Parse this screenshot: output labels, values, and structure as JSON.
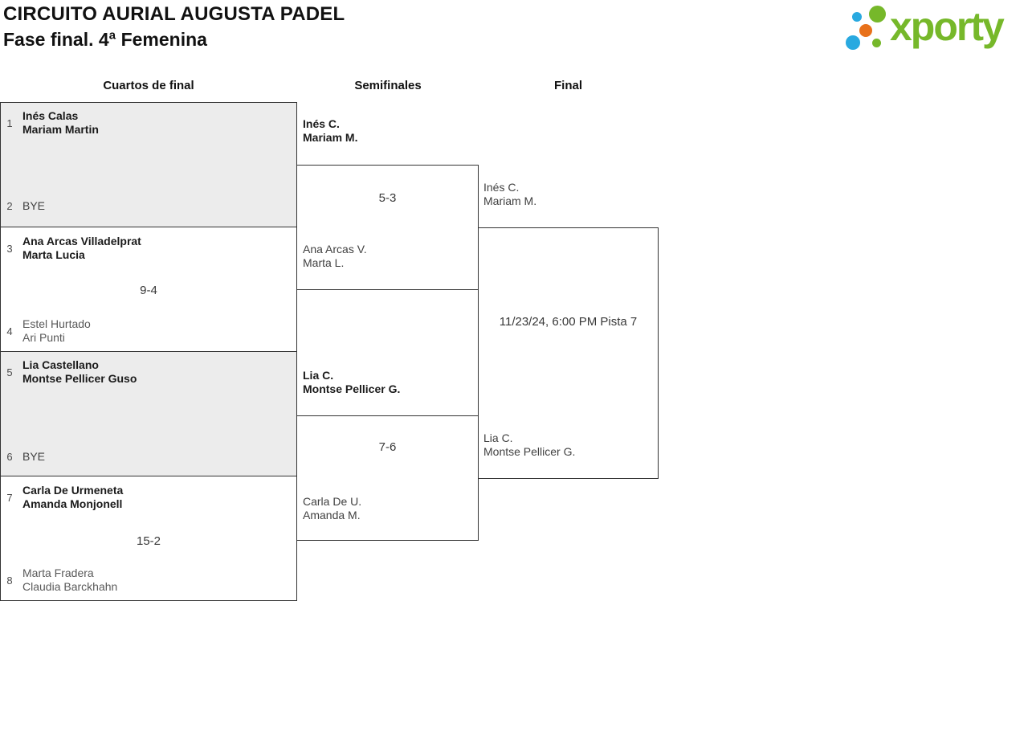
{
  "header": {
    "title": "CIRCUITO AURIAL AUGUSTA PADEL",
    "subtitle": "Fase final. 4ª Femenina"
  },
  "logo": {
    "wordmark": "xporty"
  },
  "colors": {
    "logo_green": "#76b82a",
    "logo_blue": "#29a9e0",
    "logo_orange": "#e8711a",
    "bracket_border": "#333333",
    "bye_match_fill": "#ececec"
  },
  "rounds": {
    "quarterfinals": "Cuartos de final",
    "semifinals": "Semifinales",
    "final": "Final"
  },
  "quarterfinals": [
    {
      "seed_top": "1",
      "team_top_line1": "Inés Calas",
      "team_top_line2": "Mariam Martin",
      "seed_bottom": "2",
      "team_bottom_line1": "BYE",
      "team_bottom_line2": ""
    },
    {
      "seed_top": "3",
      "team_top_line1": "Ana Arcas Villadelprat",
      "team_top_line2": "Marta Lucia",
      "score": "9-4",
      "seed_bottom": "4",
      "team_bottom_line1": "Estel Hurtado",
      "team_bottom_line2": "Ari Punti"
    },
    {
      "seed_top": "5",
      "team_top_line1": "Lia Castellano",
      "team_top_line2": "Montse Pellicer Guso",
      "seed_bottom": "6",
      "team_bottom_line1": "BYE",
      "team_bottom_line2": ""
    },
    {
      "seed_top": "7",
      "team_top_line1": "Carla De Urmeneta",
      "team_top_line2": "Amanda Monjonell",
      "score": "15-2",
      "seed_bottom": "8",
      "team_bottom_line1": "Marta Fradera",
      "team_bottom_line2": "Claudia Barckhahn"
    }
  ],
  "semifinals": [
    {
      "team_top_line1": "Inés C.",
      "team_top_line2": "Mariam M.",
      "score": "5-3",
      "team_bottom_line1": "Ana Arcas V.",
      "team_bottom_line2": "Marta L."
    },
    {
      "team_top_line1": "Lia C.",
      "team_top_line2": "Montse Pellicer G.",
      "score": "7-6",
      "team_bottom_line1": "Carla De U.",
      "team_bottom_line2": "Amanda M."
    }
  ],
  "final": {
    "team_top_line1": "Inés C.",
    "team_top_line2": "Mariam M.",
    "schedule": "11/23/24, 6:00 PM Pista 7",
    "team_bottom_line1": "Lia C.",
    "team_bottom_line2": "Montse Pellicer G."
  }
}
